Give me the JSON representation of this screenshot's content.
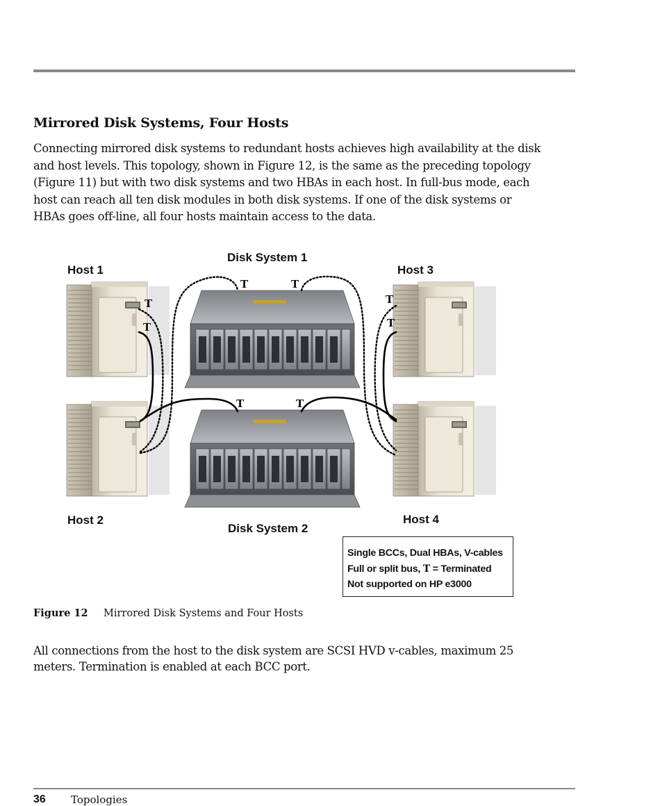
{
  "section": {
    "heading": "Mirrored Disk Systems, Four Hosts",
    "intro_lines": [
      "Connecting mirrored disk systems to redundant hosts achieves high availability at the disk",
      "and host levels. This topology, shown in Figure 12, is the same as the preceding topology",
      "(Figure 11) but with two disk systems and two HBAs in each host. In full-bus mode, each",
      "host can reach all ten disk modules in both disk systems. If one of the disk systems or",
      "HBAs goes off-line, all four hosts maintain access to the data."
    ]
  },
  "figure": {
    "labels": {
      "host1": "Host 1",
      "host2": "Host 2",
      "host3": "Host 3",
      "host4": "Host 4",
      "disk1": "Disk System 1",
      "disk2": "Disk System 2"
    },
    "terminator": "T",
    "legend": {
      "line1": "Single BCCs, Dual HBAs, V-cables",
      "line2_prefix": "Full or split bus, ",
      "line2_t": "T",
      "line2_suffix": " = Terminated",
      "line3": "Not supported on HP e3000"
    },
    "caption_number": "Figure 12",
    "caption_text": "Mirrored Disk Systems and Four Hosts"
  },
  "outro_lines": [
    "All connections from the host to the disk system are SCSI HVD v-cables, maximum 25",
    "meters. Termination is enabled at each BCC port."
  ],
  "footer": {
    "page_number": "36",
    "section": "Topologies"
  }
}
